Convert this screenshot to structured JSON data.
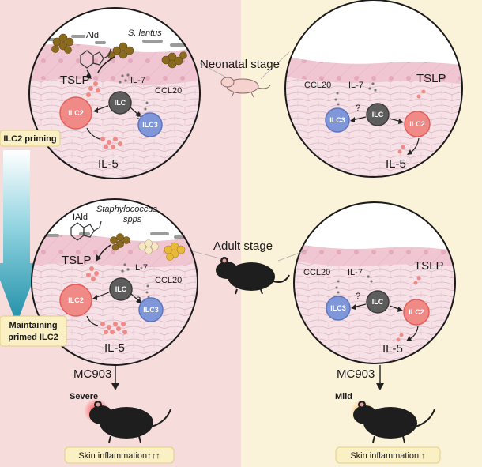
{
  "colors": {
    "left_bg": "#f7dcdc",
    "right_bg": "#fbf2da",
    "skin_pink": "#efc6d2",
    "cell_ilc": "#5d5d5d",
    "cell_ilc2": "#f08a86",
    "cell_ilc3": "#7f97d8",
    "bacteria_brown": "#8a6a1f",
    "bacteria_yellow": "#e9b93a",
    "tag_bg": "#fbf0c4"
  },
  "icons": [
    "neonatal-mouse-icon",
    "adult-mouse-icon",
    "bacteria-cluster-icon",
    "aldehyde-molecule-icon",
    "inflamed-mouse-icon"
  ],
  "stages": {
    "neonatal": "Neonatal stage",
    "adult": "Adult stage"
  },
  "tags": {
    "priming": "ILC2 priming",
    "maintaining_line1": "Maintaining",
    "maintaining_line2": "primed ILC2"
  },
  "panels": {
    "neonatal_left": {
      "molecule": "IAld",
      "bacteria": "S. lentus",
      "tslp": "TSLP",
      "il7": "IL-7",
      "ccl20": "CCL20",
      "ilc": "ILC",
      "ilc2": "ILC2",
      "ilc3": "ILC3",
      "question": "?",
      "il5": "IL-5"
    },
    "neonatal_right": {
      "ccl20": "CCL20",
      "il7": "IL-7",
      "tslp": "TSLP",
      "ilc": "ILC",
      "ilc2": "ILC2",
      "ilc3": "ILC3",
      "question": "?",
      "il5": "IL-5"
    },
    "adult_left": {
      "molecule": "IAld",
      "bacteria_line1": "Staphylococcus",
      "bacteria_line2": "spps",
      "tslp": "TSLP",
      "il7": "IL-7",
      "ccl20": "CCL20",
      "ilc": "ILC",
      "ilc2": "ILC2",
      "ilc3": "ILC3",
      "question": "?",
      "il5": "IL-5"
    },
    "adult_right": {
      "ccl20": "CCL20",
      "il7": "IL-7",
      "tslp": "TSLP",
      "ilc": "ILC",
      "ilc2": "ILC2",
      "ilc3": "ILC3",
      "question": "?",
      "il5": "IL-5"
    }
  },
  "outcomes": {
    "left": {
      "treatment": "MC903",
      "severity": "Severe",
      "result": "Skin inflammation↑↑↑"
    },
    "right": {
      "treatment": "MC903",
      "severity": "Mild",
      "result": "Skin inflammation ↑"
    }
  }
}
